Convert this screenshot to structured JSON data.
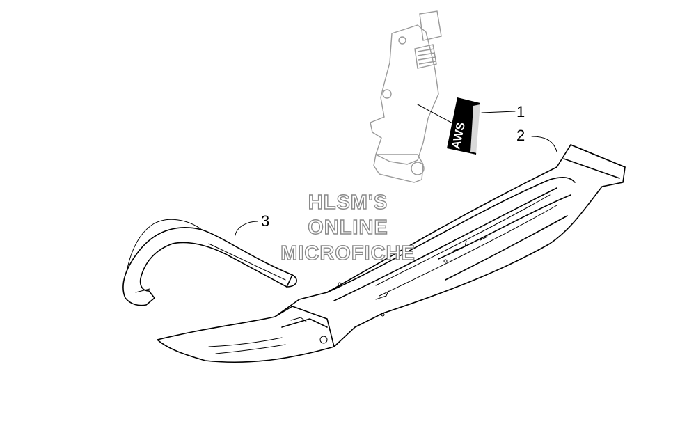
{
  "callouts": [
    {
      "label": "1"
    },
    {
      "label": "2"
    },
    {
      "label": "3"
    }
  ],
  "watermark": {
    "lines": [
      "HLSM'S",
      "ONLINE",
      "MICROFICHE"
    ]
  },
  "decal": {
    "text": "AWS"
  }
}
